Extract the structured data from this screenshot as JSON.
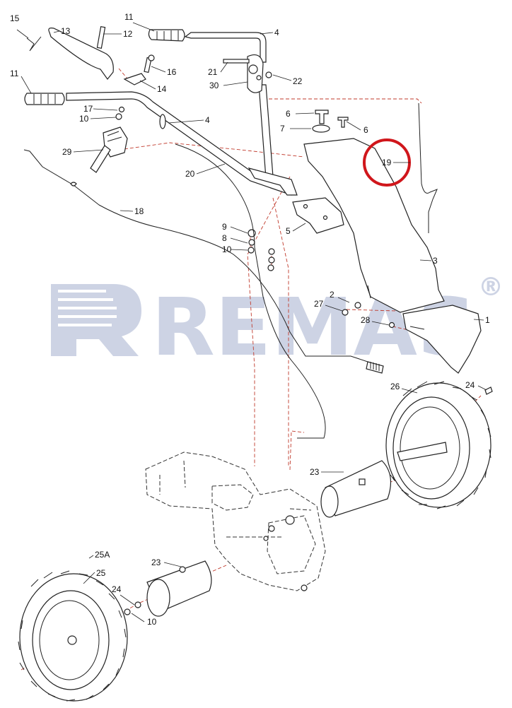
{
  "watermark": {
    "brand": "REMAS",
    "mark": "®",
    "color": "#1f3c88"
  },
  "highlight": {
    "part": "19",
    "color": "#d0161b"
  },
  "colors": {
    "line": "#222222",
    "assembly_line": "#c0392b"
  },
  "parts": [
    {
      "label": "15"
    },
    {
      "label": "13"
    },
    {
      "label": "12"
    },
    {
      "label": "11"
    },
    {
      "label": "4"
    },
    {
      "label": "21"
    },
    {
      "label": "22"
    },
    {
      "label": "30"
    },
    {
      "label": "16"
    },
    {
      "label": "14"
    },
    {
      "label": "11"
    },
    {
      "label": "17"
    },
    {
      "label": "10"
    },
    {
      "label": "4"
    },
    {
      "label": "6"
    },
    {
      "label": "7"
    },
    {
      "label": "6"
    },
    {
      "label": "19"
    },
    {
      "label": "29"
    },
    {
      "label": "20"
    },
    {
      "label": "18"
    },
    {
      "label": "5"
    },
    {
      "label": "9"
    },
    {
      "label": "8"
    },
    {
      "label": "10"
    },
    {
      "label": "3"
    },
    {
      "label": "2"
    },
    {
      "label": "27"
    },
    {
      "label": "28"
    },
    {
      "label": "1"
    },
    {
      "label": "26"
    },
    {
      "label": "24"
    },
    {
      "label": "23"
    },
    {
      "label": "25A"
    },
    {
      "label": "25"
    },
    {
      "label": "23"
    },
    {
      "label": "24"
    },
    {
      "label": "10"
    }
  ]
}
